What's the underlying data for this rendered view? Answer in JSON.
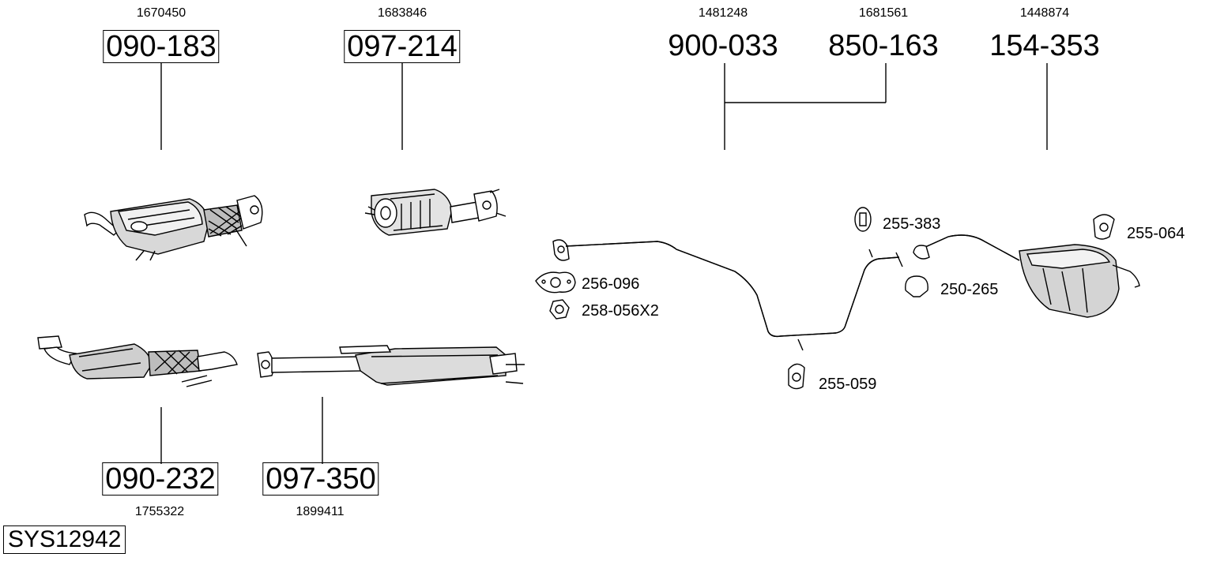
{
  "system_code": "SYS12942",
  "main_parts": [
    {
      "id": "p1",
      "part_no": "090-183",
      "oem": "1670450",
      "boxed": true
    },
    {
      "id": "p2",
      "part_no": "097-214",
      "oem": "1683846",
      "boxed": true
    },
    {
      "id": "p3",
      "part_no": "900-033",
      "oem": "1481248",
      "boxed": false
    },
    {
      "id": "p4",
      "part_no": "850-163",
      "oem": "1681561",
      "boxed": false
    },
    {
      "id": "p5",
      "part_no": "154-353",
      "oem": "1448874",
      "boxed": false
    },
    {
      "id": "p6",
      "part_no": "090-232",
      "oem": "1755322",
      "boxed": true
    },
    {
      "id": "p7",
      "part_no": "097-350",
      "oem": "1899411",
      "boxed": true
    }
  ],
  "accessories": [
    {
      "id": "a1",
      "label": "256-096",
      "icon": "gasket-icon"
    },
    {
      "id": "a2",
      "label": "258-056X2",
      "icon": "nut-icon"
    },
    {
      "id": "a3",
      "label": "255-383",
      "icon": "rubber-hanger-icon"
    },
    {
      "id": "a4",
      "label": "250-265",
      "icon": "clamp-icon"
    },
    {
      "id": "a5",
      "label": "255-064",
      "icon": "rubber-hanger-icon"
    },
    {
      "id": "a6",
      "label": "255-059",
      "icon": "rubber-hanger-icon"
    }
  ],
  "colors": {
    "line": "#000000",
    "part_fill": "#ffffff",
    "part_shade": "#9a9a9a",
    "background": "#ffffff"
  }
}
